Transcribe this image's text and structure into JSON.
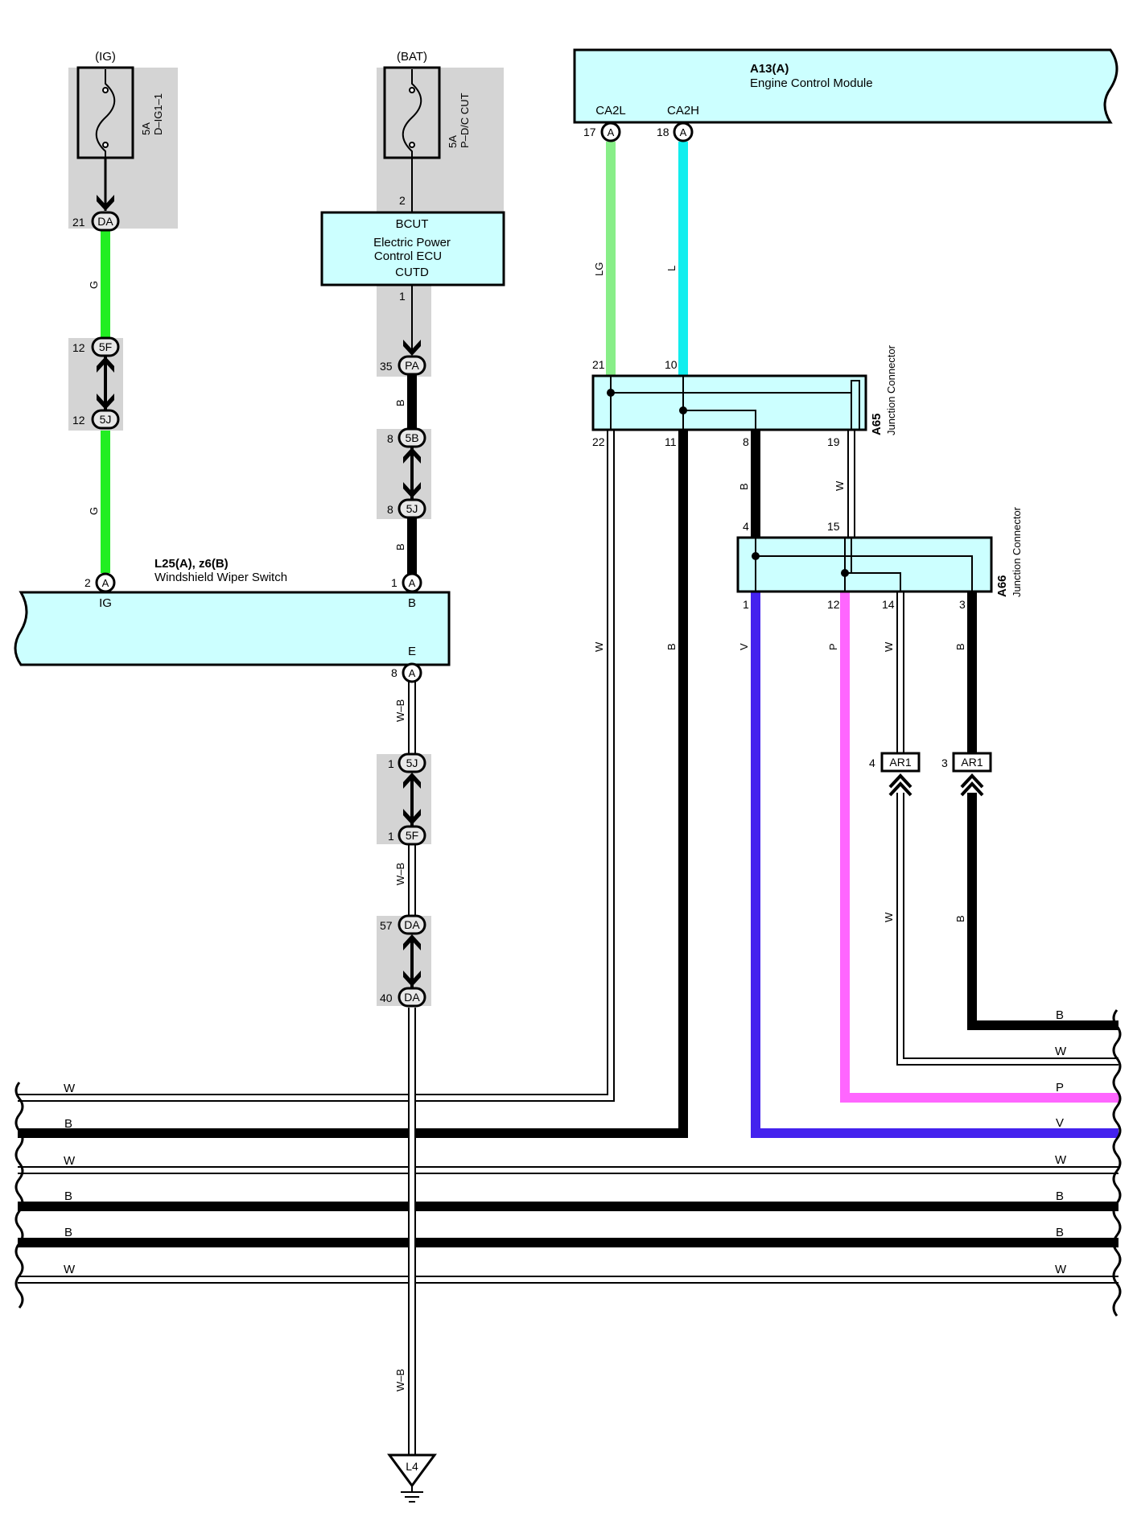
{
  "fuse_ig": {
    "source": "(IG)",
    "amp": "5A",
    "name": "D–IG1–1"
  },
  "fuse_bat": {
    "source": "(BAT)",
    "amp": "5A",
    "name": "P–D/C CUT"
  },
  "ecm": {
    "code": "A13(A)",
    "name": "Engine Control Module",
    "pin_ca2l": "CA2L",
    "pin_ca2h": "CA2H"
  },
  "bcut": {
    "top": "BCUT",
    "line1": "Electric Power",
    "line2": "Control ECU",
    "bottom": "CUTD"
  },
  "wiper": {
    "code": "L25(A), z6(B)",
    "name": "Windshield Wiper Switch",
    "pin_ig": "IG",
    "pin_b": "B",
    "pin_e": "E"
  },
  "a65": {
    "code": "A65",
    "name": "Junction Connector"
  },
  "a66": {
    "code": "A66",
    "name": "Junction Connector"
  },
  "pins": {
    "p21": "21",
    "p12": "12",
    "p2": "2",
    "p1": "1",
    "p35": "35",
    "p8": "8",
    "p57": "57",
    "p40": "40",
    "p17": "17",
    "p18": "18",
    "p10": "10",
    "p22": "22",
    "p11": "11",
    "p19": "19",
    "p4": "4",
    "p15": "15",
    "p14": "14",
    "p3": "3"
  },
  "connectors": {
    "da": "DA",
    "f5": "5F",
    "j5": "5J",
    "pa": "PA",
    "b5": "5B",
    "a": "A",
    "ar1": "AR1",
    "l4": "L4"
  },
  "wire_colors": {
    "g": "G",
    "b": "B",
    "wb": "W–B",
    "lg": "LG",
    "l": "L",
    "w": "W",
    "v": "V",
    "p": "P"
  },
  "colors": {
    "green": "#22ee22",
    "light_green": "#88ee88",
    "cyan": "#11eeee",
    "violet": "#4422ee",
    "pink": "#ff66ff",
    "black": "#000000",
    "box_fill": "#ccffff"
  }
}
